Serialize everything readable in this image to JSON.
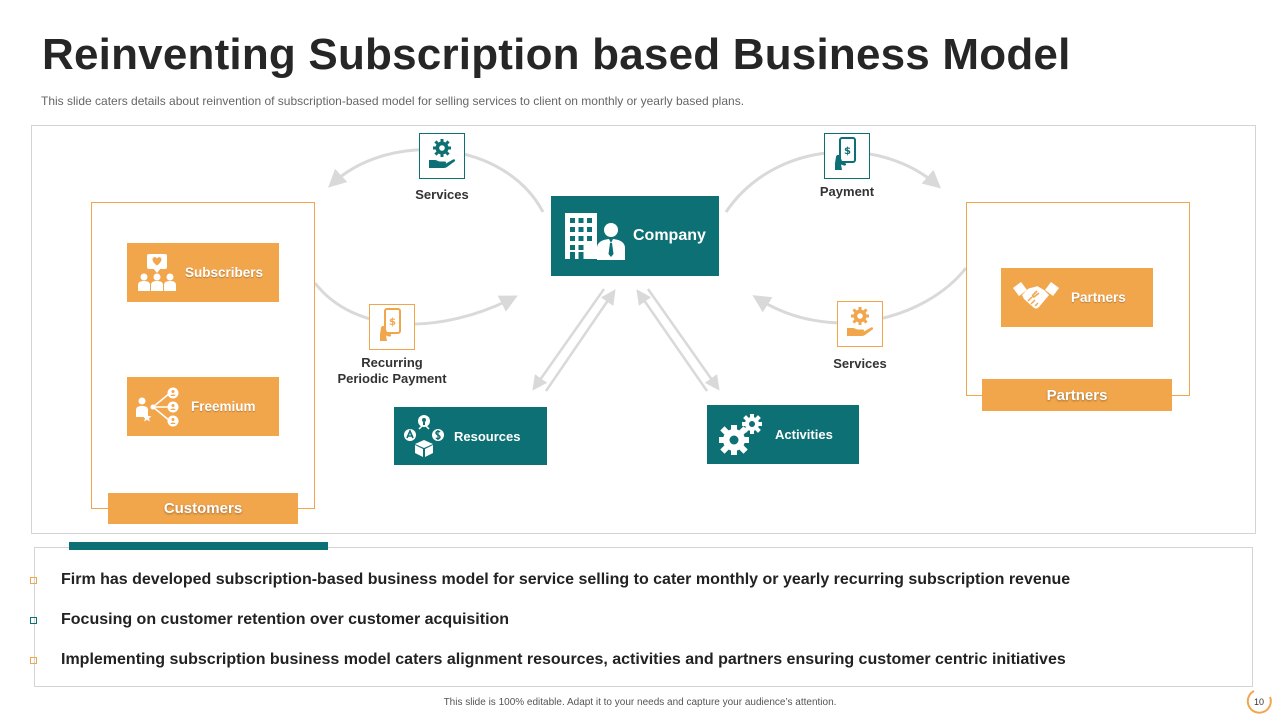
{
  "slide": {
    "title": "Reinventing Subscription based Business Model",
    "subtitle": "This slide caters details about reinvention  of subscription-based model for selling services to client on monthly or yearly based plans.",
    "footer": "This slide is 100% editable. Adapt it to your needs and capture your audience’s attention.",
    "page_number": "10"
  },
  "colors": {
    "orange": "#f2a64c",
    "teal": "#0d7074",
    "arrow": "#d9d9d9"
  },
  "diagram": {
    "customers": {
      "tag": "Customers",
      "subscribers": {
        "label": "Subscribers",
        "icon": "subscribers-heart-icon"
      },
      "freemium": {
        "label": "Freemium",
        "icon": "network-share-icon"
      }
    },
    "partners": {
      "tag": "Partners",
      "node": {
        "label": "Partners",
        "icon": "handshake-icon"
      }
    },
    "company": {
      "label": "Company",
      "icon": "building-person-icon"
    },
    "resources": {
      "label": "Resources",
      "icon": "resources-icon"
    },
    "activities": {
      "label": "Activities",
      "icon": "gears-icon"
    },
    "flows": {
      "services_top": {
        "label": "Services",
        "icon": "hand-gear-icon"
      },
      "payment": {
        "label": "Payment",
        "icon": "phone-dollar-icon"
      },
      "recurring": {
        "line1": "Recurring",
        "line2": "Periodic Payment",
        "icon": "phone-dollar-icon"
      },
      "services_bottom": {
        "label": "Services",
        "icon": "hand-gear-icon"
      }
    }
  },
  "bullets": [
    "Firm has developed subscription-based business model for service selling to cater monthly or yearly recurring subscription revenue",
    "Focusing on customer retention over customer acquisition",
    "Implementing subscription business model caters alignment resources, activities and partners ensuring customer centric initiatives"
  ]
}
